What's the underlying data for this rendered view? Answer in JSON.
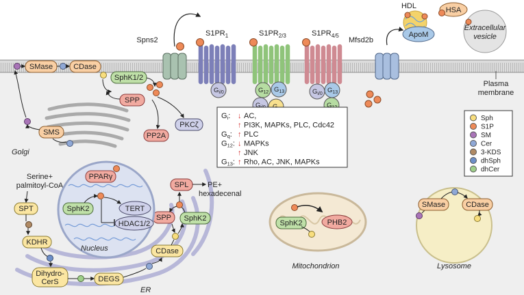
{
  "colors": {
    "sph": "#f8de7e",
    "s1p": "#ee8a58",
    "sm": "#a974b8",
    "cer": "#8fa8d6",
    "kds": "#b08a64",
    "dhsph": "#6d8fc8",
    "dhcer": "#9fcf8a",
    "enzyme_orange": "#f9cfa4",
    "enzyme_green": "#bfe0a8",
    "enzyme_yellow": "#fbe6a2",
    "enzyme_red": "#f1aaa0",
    "enzyme_lilac": "#cfd1ea"
  },
  "membrane": {
    "transporters": [
      "Spns2",
      "Mfsd2b"
    ],
    "label_line1": "Plasma",
    "label_line2": "membrane"
  },
  "receptors": [
    {
      "name": "S1PR",
      "sub": "1"
    },
    {
      "name": "S1PR",
      "sub": "2/3"
    },
    {
      "name": "S1PR",
      "sub": "4/5"
    }
  ],
  "gproteins": {
    "gi0": {
      "g": "G",
      "sub": "i/0"
    },
    "g12": {
      "g": "G",
      "sub": "12"
    },
    "g13": {
      "g": "G",
      "sub": "13"
    },
    "gq": {
      "g": "G",
      "sub": "q"
    }
  },
  "extracellular": {
    "hdl": "HDL",
    "apom": "ApoM",
    "hsa": "HSA",
    "vesicle_line1": "Extracellular",
    "vesicle_line2": "vesicle"
  },
  "plasma_enzymes": {
    "smase": "SMase",
    "cdase": "CDase",
    "sphk": "SphK1/2",
    "spp": "SPP"
  },
  "golgi": {
    "sms": "SMS",
    "label": "Golgi"
  },
  "cytosol_targets": {
    "pp2a": "PP2A",
    "pkc": "PKCζ"
  },
  "signaling_box": {
    "rows": [
      {
        "g": "G",
        "sub": "i",
        "arrow": "↓",
        "text": "AC,"
      },
      {
        "g": "",
        "sub": "",
        "arrow": "↑",
        "text": "PI3K, MAPKs, PLC, Cdc42"
      },
      {
        "g": "G",
        "sub": "q",
        "arrow": "↑",
        "text": "PLC"
      },
      {
        "g": "G",
        "sub": "12",
        "arrow": "↓",
        "text": "MAPKs"
      },
      {
        "g": "",
        "sub": "",
        "arrow": "↑",
        "text": "JNK"
      },
      {
        "g": "G",
        "sub": "13",
        "arrow": "↑",
        "text": "Rho, AC, JNK, MAPKs"
      }
    ]
  },
  "legend": [
    {
      "label": "Sph",
      "color": "#f8de7e"
    },
    {
      "label": "S1P",
      "color": "#ee8a58"
    },
    {
      "label": "SM",
      "color": "#a974b8"
    },
    {
      "label": "Cer",
      "color": "#8fa8d6"
    },
    {
      "label": "3-KDS",
      "color": "#b08a64"
    },
    {
      "label": "dhSph",
      "color": "#6d8fc8"
    },
    {
      "label": "dhCer",
      "color": "#9fcf8a"
    }
  ],
  "er": {
    "precursor_line1": "Serine+",
    "precursor_line2": "palmitoyl-CoA",
    "spt": "SPT",
    "kdhr": "KDHR",
    "cers_line1": "Dihydro-",
    "cers_line2": "CerS",
    "degs": "DEGS",
    "cdase": "CDase",
    "spp": "SPP",
    "sphk2": "SphK2",
    "spl": "SPL",
    "products_line1": "PE+",
    "products_line2": "hexadecenal",
    "label": "ER"
  },
  "nucleus": {
    "ppar": "PPARγ",
    "sphk2": "SphK2",
    "tert": "TERT",
    "hdac": "HDAC1/2",
    "label": "Nucleus"
  },
  "mito": {
    "sphk2": "SphK2",
    "phb2": "PHB2",
    "label": "Mitochondrion"
  },
  "lysosome": {
    "smase": "SMase",
    "cdase": "CDase",
    "label": "Lysosome"
  }
}
